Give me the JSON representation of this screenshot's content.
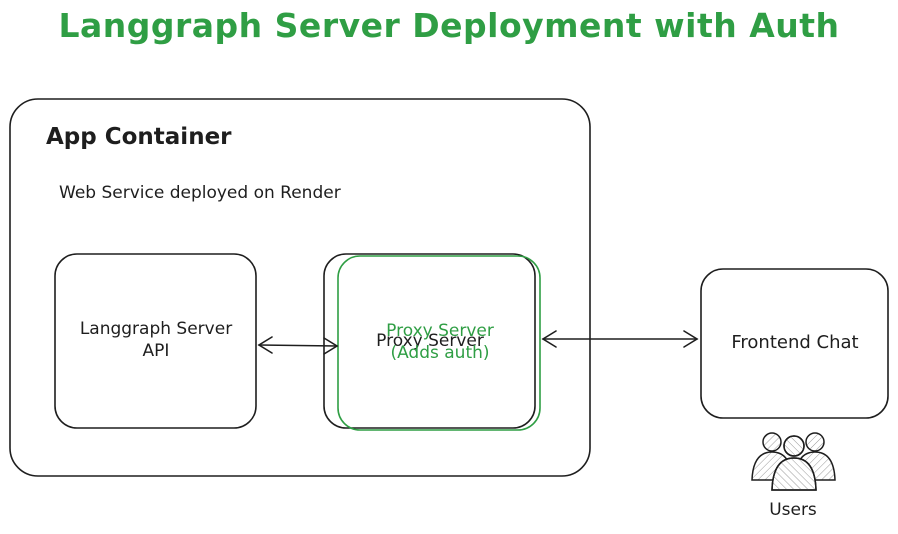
{
  "title": "Langgraph Server Deployment with Auth",
  "app_container": {
    "title": "App Container",
    "subtitle": "Web Service deployed on Render"
  },
  "langgraph_server": {
    "line1": "Langgraph Server",
    "line2": "API"
  },
  "proxy_server": {
    "label": "Proxy Server",
    "overlay_line1": "Proxy Server",
    "overlay_line2": "(Adds auth)"
  },
  "frontend": {
    "label": "Frontend Chat"
  },
  "users": {
    "label": "Users"
  },
  "colors": {
    "accent": "#2f9e44",
    "stroke": "#1e1e1e",
    "background": "#ffffff"
  },
  "icons": {
    "users": "users-group-icon"
  }
}
